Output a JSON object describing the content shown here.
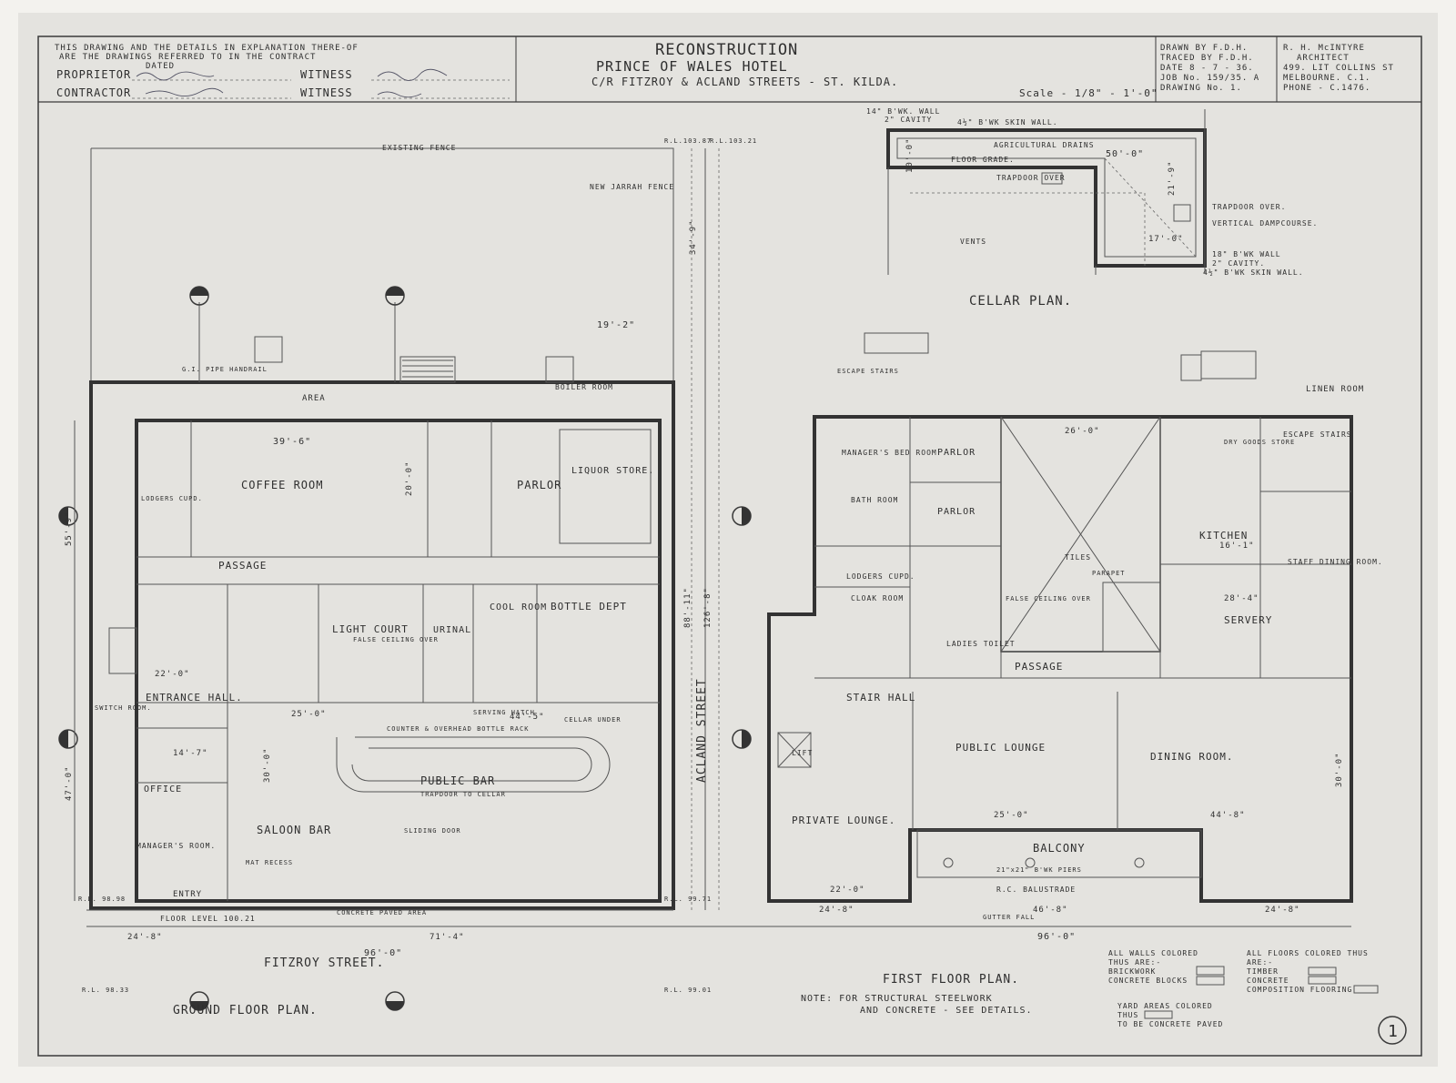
{
  "title_block": {
    "contract_note": [
      "THIS DRAWING AND THE DETAILS IN EXPLANATION THERE-OF",
      "ARE THE DRAWINGS REFERRED TO IN THE CONTRACT",
      "DATED"
    ],
    "proprietor_label": "PROPRIETOR",
    "contractor_label": "CONTRACTOR",
    "witness_label": "WITNESS",
    "heading": "RECONSTRUCTION",
    "project": "PRINCE OF WALES HOTEL",
    "location": "C/R FITZROY & ACLAND STREETS - ST. KILDA.",
    "scale": "Scale - 1/8\" - 1'-0\"",
    "drawn_by": "DRAWN BY F.D.H.",
    "traced_by": "TRACED BY F.D.H.",
    "date": "DATE 8 - 7 - 36.",
    "job_no": "JOB No. 159/35. A",
    "drawing_no": "DRAWING No. 1.",
    "architect": [
      "R. H. McINTYRE",
      "ARCHITECT",
      "499. LIT COLLINS ST",
      "MELBOURNE. C.1.",
      "PHONE - C.1476."
    ]
  },
  "cellar_plan": {
    "title": "CELLAR PLAN.",
    "labels": [
      "14\" B'WK. WALL",
      "2\" CAVITY",
      "4½\" B'WK SKIN WALL.",
      "AGRICULTURAL DRAINS",
      "FLOOR GRADE.",
      "TRAPDOOR OVER",
      "VENTS",
      "50'-0\"",
      "10'-0\"",
      "21'-9\"",
      "17'-0\"",
      "TRAPDOOR OVER.",
      "VERTICAL DAMPCOURSE.",
      "18\" B'WK WALL",
      "2\" CAVITY.",
      "4½\" B'WK SKIN WALL."
    ]
  },
  "ground_floor": {
    "title": "GROUND FLOOR PLAN.",
    "rooms": [
      "COFFEE ROOM",
      "PARLOR",
      "LIQUOR STORE.",
      "PASSAGE",
      "LIGHT COURT",
      "URINAL",
      "COOL ROOM",
      "BOTTLE DEPT",
      "ENTRANCE HALL.",
      "OFFICE",
      "MANAGER'S ROOM.",
      "PUBLIC BAR",
      "SALOON BAR",
      "BOILER ROOM",
      "LODGERS CUPD.",
      "SWITCH ROOM.",
      "ENTRY"
    ],
    "notes": [
      "EXISTING FENCE",
      "NEW JARRAH FENCE",
      "G.I. PIPE HANDRAIL",
      "AREA",
      "TRAPDOOR TO CELLAR",
      "COUNTER & OVERHEAD BOTTLE RACK",
      "CELLAR UNDER",
      "SERVING HATCH",
      "CONCRETE PAVED AREA",
      "FLOOR LEVEL 100.21",
      "FALSE CEILING OVER",
      "MAT RECESS",
      "SLIDING DOOR"
    ],
    "dimensions": [
      "39'-6\"",
      "20'-0\"",
      "19'-2\"",
      "34'-9\"",
      "126'-8\"",
      "88'-11\"",
      "55'-9\"",
      "47'-0\"",
      "22'-0\"",
      "25'-0\"",
      "30'-0\"",
      "24'-8\"",
      "71'-4\"",
      "96'-0\"",
      "14'-7\"",
      "44'-5\""
    ],
    "streets": [
      "FITZROY STREET.",
      "ACLAND STREET"
    ],
    "levels": [
      "R.L.103.87",
      "R.L.103.21",
      "R.L. 98.98",
      "R.L. 98.33",
      "R.L. 99.71",
      "R.L. 99.01"
    ]
  },
  "first_floor": {
    "title": "FIRST FLOOR PLAN.",
    "rooms": [
      "MANAGER'S BED ROOM",
      "PARLOR",
      "PARLOR",
      "BATH ROOM",
      "LODGERS CUPD.",
      "CLOAK ROOM",
      "LADIES TOILET",
      "KITCHEN",
      "STAFF DINING ROOM.",
      "SERVERY",
      "LINEN ROOM",
      "DRY GOODS STORE",
      "STAIR HALL",
      "LIFT",
      "PUBLIC LOUNGE",
      "DINING ROOM.",
      "PRIVATE LOUNGE.",
      "BALCONY",
      "PASSAGE",
      "ESCAPE STAIRS"
    ],
    "notes": [
      "ESCAPE STAIRS",
      "R.C. BALUSTRADE",
      "GUTTER FALL",
      "FALSE CEILING OVER",
      "PARAPET",
      "TILES",
      "21\"x21\" B'WK PIERS"
    ],
    "dimensions": [
      "26'-0\"",
      "25'-0\"",
      "44'-8\"",
      "30'-0\"",
      "22'-0\"",
      "24'-8\"",
      "46'-8\"",
      "24'-8\"",
      "96'-0\"",
      "28'-4\"",
      "16'-1\""
    ]
  },
  "legend": {
    "walls_title": [
      "ALL WALLS COLORED",
      "THUS ARE:-"
    ],
    "walls": [
      "BRICKWORK",
      "CONCRETE BLOCKS"
    ],
    "floors_title": [
      "ALL FLOORS COLORED THUS",
      "ARE:-"
    ],
    "floors": [
      "TIMBER",
      "CONCRETE",
      "COMPOSITION FLOORING"
    ],
    "yard": [
      "YARD AREAS COLORED",
      "THUS",
      "TO BE CONCRETE PAVED"
    ]
  },
  "note": [
    "NOTE:  FOR STRUCTURAL STEELWORK",
    "AND CONCRETE - SEE DETAILS."
  ],
  "sheet_number": "1",
  "colors": {
    "paper": "#efeeea",
    "ink": "#333333"
  }
}
